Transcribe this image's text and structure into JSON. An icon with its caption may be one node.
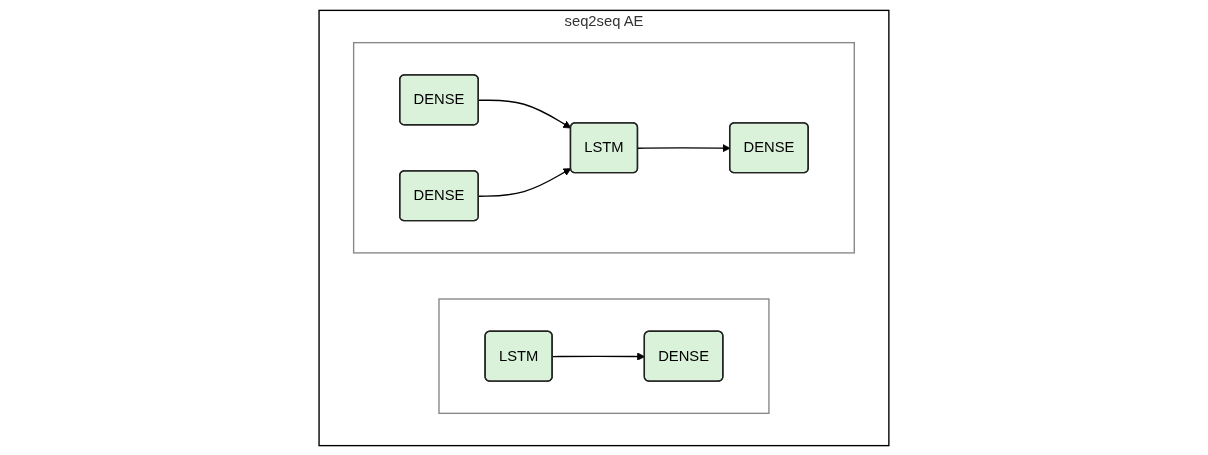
{
  "diagram": {
    "nodes": [
      {
        "text": [
          "seq2seq AE"
        ]
      },
      {
        "text": [],
        "shape": "trapezoid",
        "in": 0
      },
      {
        "text": [
          "LSTM"
        ],
        "in": 1
      },
      {
        "text": [
          "DENSE"
        ],
        "in": 1
      },
      {
        "text": [],
        "shape": "trapezoid",
        "in": 0
      },
      {
        "text": [
          "DENSE"
        ],
        "in": 4
      },
      {
        "text": [
          "DENSE"
        ],
        "in": 4
      },
      {
        "text": [
          "LSTM"
        ],
        "in": 4
      },
      {
        "text": [
          "DENSE"
        ],
        "in": 4
      }
    ],
    "edges": [
      {
        "from": 2,
        "to": 3,
        "arrow": "to"
      },
      {
        "from": 5,
        "to": 7,
        "arrow": "to"
      },
      {
        "from": 6,
        "to": 7,
        "arrow": "to"
      },
      {
        "from": 7,
        "to": 8,
        "arrow": "to"
      }
    ]
  }
}
